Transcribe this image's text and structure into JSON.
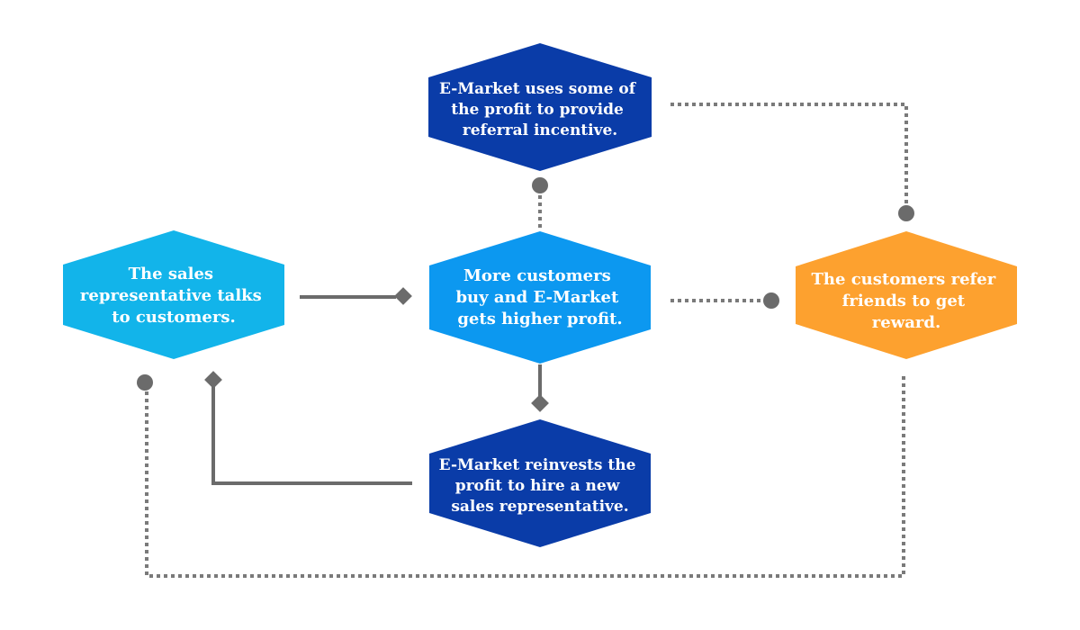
{
  "nodes": [
    {
      "id": "top",
      "lines": [
        "E-Market uses some of",
        "the profit to provide",
        "referral incentive."
      ],
      "color": "#0a3ca8"
    },
    {
      "id": "left",
      "lines": [
        "The sales",
        "representative talks",
        "to customers."
      ],
      "color": "#12b4ea"
    },
    {
      "id": "center",
      "lines": [
        "More customers",
        "buy and E-Market",
        "gets higher profit."
      ],
      "color": "#0c98f0"
    },
    {
      "id": "right",
      "lines": [
        "The customers refer",
        "friends to get",
        "reward."
      ],
      "color": "#fda12f"
    },
    {
      "id": "bottom",
      "lines": [
        "E-Market reinvests the",
        "profit to hire a new",
        "sales representative."
      ],
      "color": "#0a3ca8"
    }
  ],
  "connectors": {
    "solid_color": "#6b6b6b",
    "dotted_color": "#7a7a7a"
  }
}
